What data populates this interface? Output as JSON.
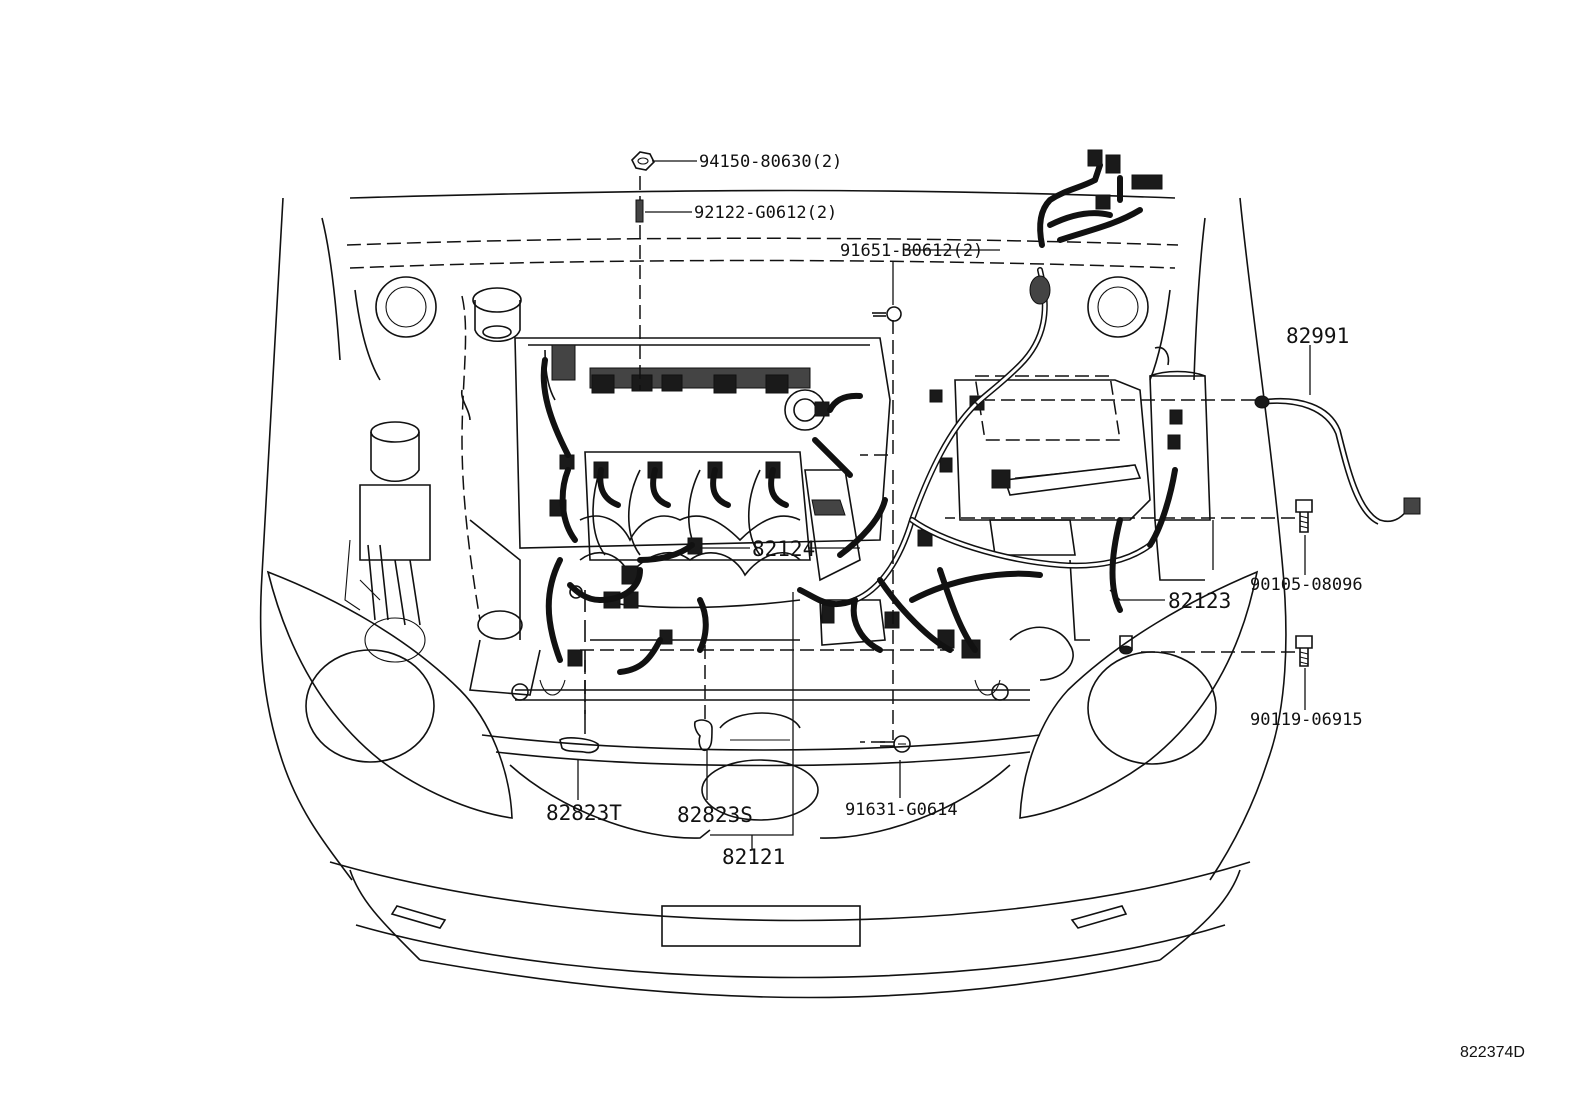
{
  "diagram": {
    "figure_id": "822374D",
    "parts": [
      {
        "id": "p94150",
        "label": "94150-80630(2)"
      },
      {
        "id": "p92122",
        "label": "92122-G0612(2)"
      },
      {
        "id": "p91651",
        "label": "91651-B0612(2)"
      },
      {
        "id": "p82991",
        "label": "82991"
      },
      {
        "id": "p82124",
        "label": "82124"
      },
      {
        "id": "p90105",
        "label": "90105-08096"
      },
      {
        "id": "p82123",
        "label": "82123"
      },
      {
        "id": "p90119",
        "label": "90119-06915"
      },
      {
        "id": "p82823T",
        "label": "82823T"
      },
      {
        "id": "p82823S",
        "label": "82823S"
      },
      {
        "id": "p91631",
        "label": "91631-G0614"
      },
      {
        "id": "p82121",
        "label": "82121"
      }
    ]
  }
}
